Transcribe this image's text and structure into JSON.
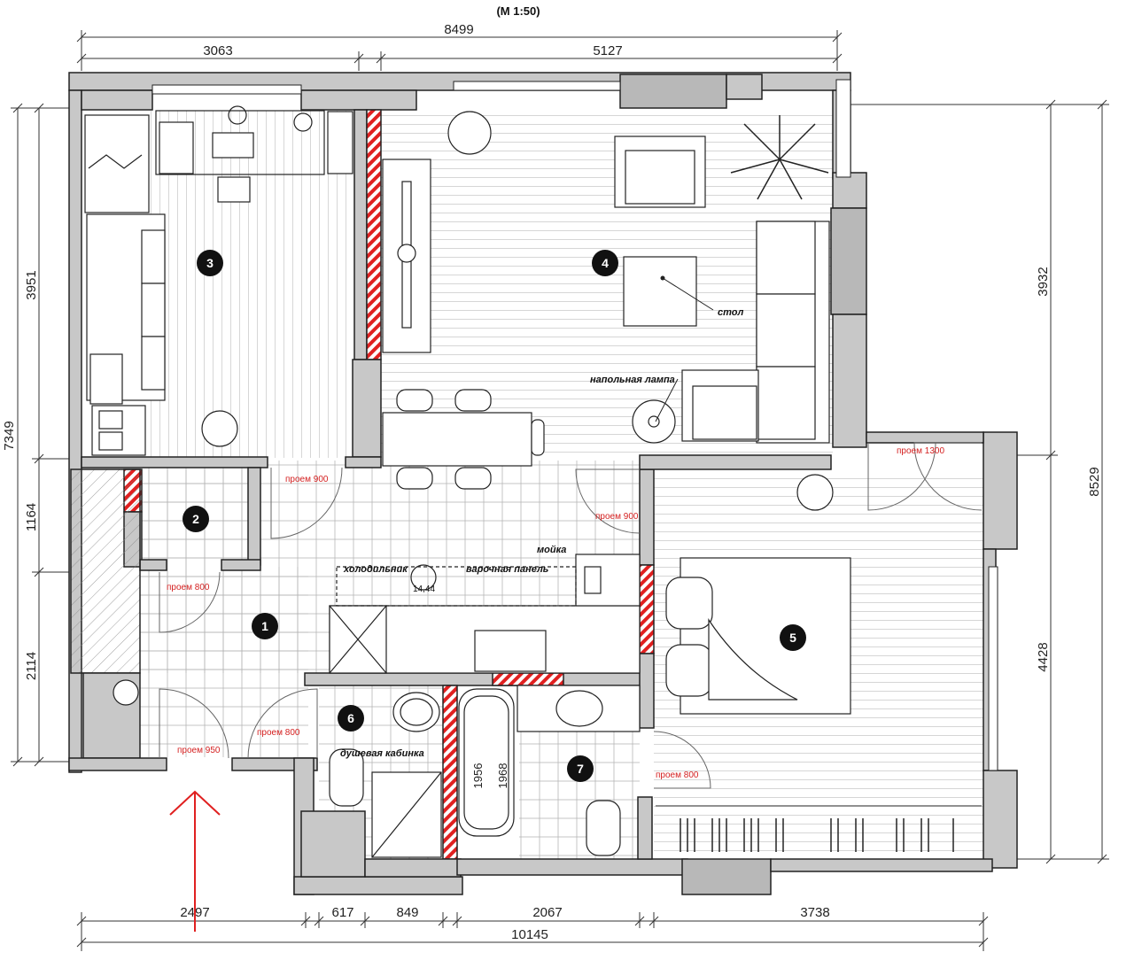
{
  "title": "(M 1:50)",
  "dimensions": {
    "top_total": "8499",
    "top_left": "3063",
    "top_right": "5127",
    "left_total": "7349",
    "left_a": "3951",
    "left_b": "1164",
    "left_c": "2114",
    "right_total": "8529",
    "right_a": "3932",
    "right_b": "4428",
    "bottom_a": "2497",
    "bottom_b": "617",
    "bottom_c": "849",
    "bottom_d": "2067",
    "bottom_e": "3738",
    "bottom_total": "10145",
    "bath_a": "1956",
    "bath_b": "1968"
  },
  "rooms": [
    "1",
    "2",
    "3",
    "4",
    "5",
    "6",
    "7"
  ],
  "labels": {
    "table": "стол",
    "floor_lamp": "напольная лампа",
    "sink": "мойка",
    "fridge": "холодильник",
    "hob": "варочная панель",
    "shower": "душевая кабинка",
    "area": "14,44"
  },
  "openings": {
    "o900a": "проем 900",
    "o900b": "проем 900",
    "o1300": "проем 1300",
    "o800a": "проем 800",
    "o800b": "проем 800",
    "o800c": "проем 800",
    "o950": "проем 950"
  },
  "colors": {
    "wall": "#c8c8c8",
    "hatch_red": "#e02020",
    "arrow": "#e02020",
    "line": "#222222"
  }
}
